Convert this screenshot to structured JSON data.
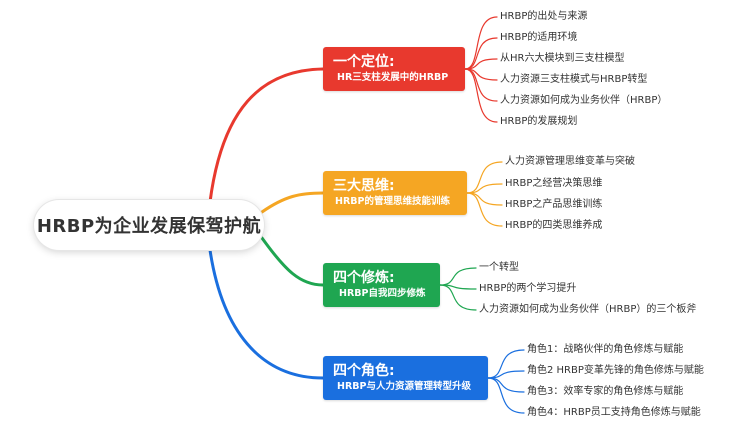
{
  "root": {
    "title": "HRBP为企业发展保驾护航"
  },
  "branches": [
    {
      "title": "一个定位:",
      "subtitle": "HR三支柱发展中的HRBP",
      "color": "#e8392e",
      "items": [
        "HRBP的出处与来源",
        "HRBP的适用环境",
        "从HR六大模块到三支柱模型",
        "人力资源三支柱模式与HRBP转型",
        "人力资源如何成为业务伙伴（HRBP）",
        "HRBP的发展规划"
      ]
    },
    {
      "title": "三大思维:",
      "subtitle": "HRBP的管理思维技能训练",
      "color": "#f5a623",
      "items": [
        "人力资源管理思维变革与突破",
        "HRBP之经营决策思维",
        "HRBP之产品思维训练",
        "HRBP的四类思维养成"
      ]
    },
    {
      "title": "四个修炼:",
      "subtitle": "HRBP自我四步修炼",
      "color": "#1fa651",
      "items": [
        "一个转型",
        "HRBP的两个学习提升",
        "人力资源如何成为业务伙伴（HRBP）的三个板斧"
      ]
    },
    {
      "title": "四个角色:",
      "subtitle": "HRBP与人力资源管理转型升级",
      "color": "#1a6fdf",
      "items": [
        "角色1：战略伙伴的角色修炼与赋能",
        "角色2  HRBP变革先锋的角色修炼与赋能",
        "角色3：效率专家的角色修炼与赋能",
        "角色4：HRBP员工支持角色修炼与赋能"
      ]
    }
  ]
}
